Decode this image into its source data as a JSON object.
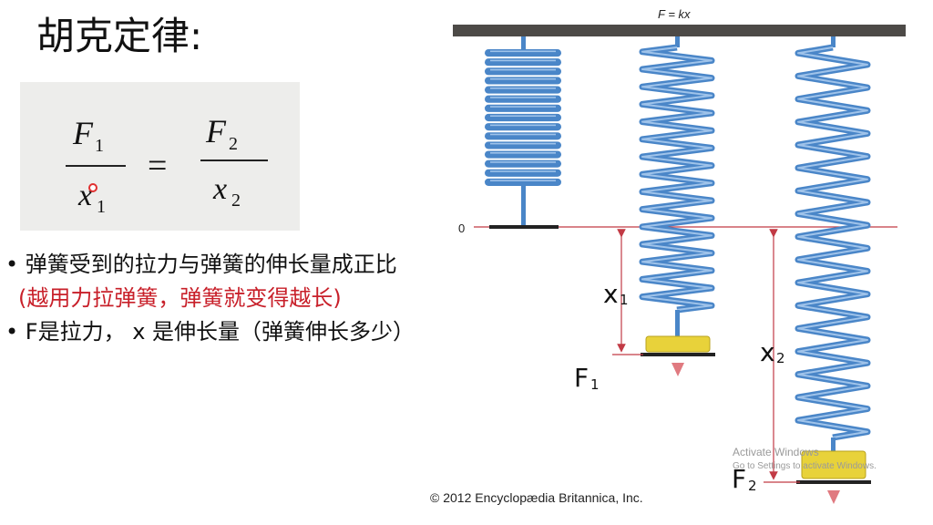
{
  "title": "胡克定律:",
  "formula": {
    "F1": "F",
    "F1_sub": "1",
    "x1": "x",
    "x1_sub": "1",
    "equals": "=",
    "F2": "F",
    "F2_sub": "2",
    "x2": "x",
    "x2_sub": "2"
  },
  "bullets": {
    "bullet_char": "•",
    "line1": "弹簧受到的拉力与弹簧的伸长量成正比",
    "line2": "(越用力拉弹簧，弹簧就变得越长)",
    "line3": "F是拉力， x 是伸长量（弹簧伸长多少）"
  },
  "diagram": {
    "top_formula": "F = kx",
    "zero_label": "0",
    "x1_label": "x",
    "x1_sub": "1",
    "x2_label": "x",
    "x2_sub": "2",
    "f1_label": "F",
    "f1_sub": "1",
    "f2_label": "F",
    "f2_sub": "2"
  },
  "copyright": "© 2012 Encyclopædia Britannica, Inc.",
  "watermark": {
    "line1": "Activate Windows",
    "line2": "Go to Settings to activate Windows."
  },
  "colors": {
    "spring": "#4a86c8",
    "spring_light": "#9fc3ea",
    "ceiling": "#4d4a47",
    "reference_line": "#c23a45",
    "weight": "#e8d23a",
    "arrow": "#e07a80"
  }
}
